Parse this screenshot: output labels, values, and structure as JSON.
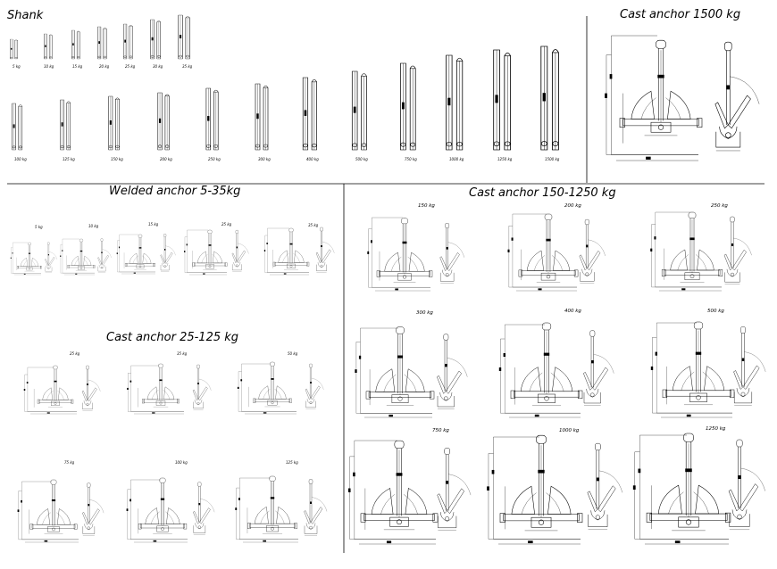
{
  "sections": {
    "shank": "Shank",
    "cast_1500": "Cast anchor 1500 kg",
    "welded": "Welded anchor 5-35kg",
    "cast_150_1250": "Cast anchor 150-1250 kg",
    "cast_25_125": "Cast anchor 25-125 kg"
  },
  "shank_row1": [
    "5 kg",
    "10 kg",
    "15 kg",
    "20 kg",
    "25 kg",
    "30 kg",
    "35 kg"
  ],
  "shank_row2": [
    "100 kg",
    "125 kg",
    "150 kg",
    "200 kg",
    "250 kg",
    "300 kg",
    "400 kg",
    "500 kg",
    "750 kg",
    "1000 kg",
    "1250 kg",
    "1500 kg"
  ],
  "welded_items": [
    "5 kg",
    "10 kg",
    "15 kg",
    "25 kg",
    "35 kg"
  ],
  "cast_small_items": [
    "25 kg",
    "35 kg",
    "50 kg",
    "75 kg",
    "100 kg",
    "125 kg"
  ],
  "cast_large_items": [
    "150 kg",
    "200 kg",
    "250 kg",
    "300 kg",
    "400 kg",
    "500 kg",
    "750 kg",
    "1000 kg",
    "1250 kg"
  ]
}
